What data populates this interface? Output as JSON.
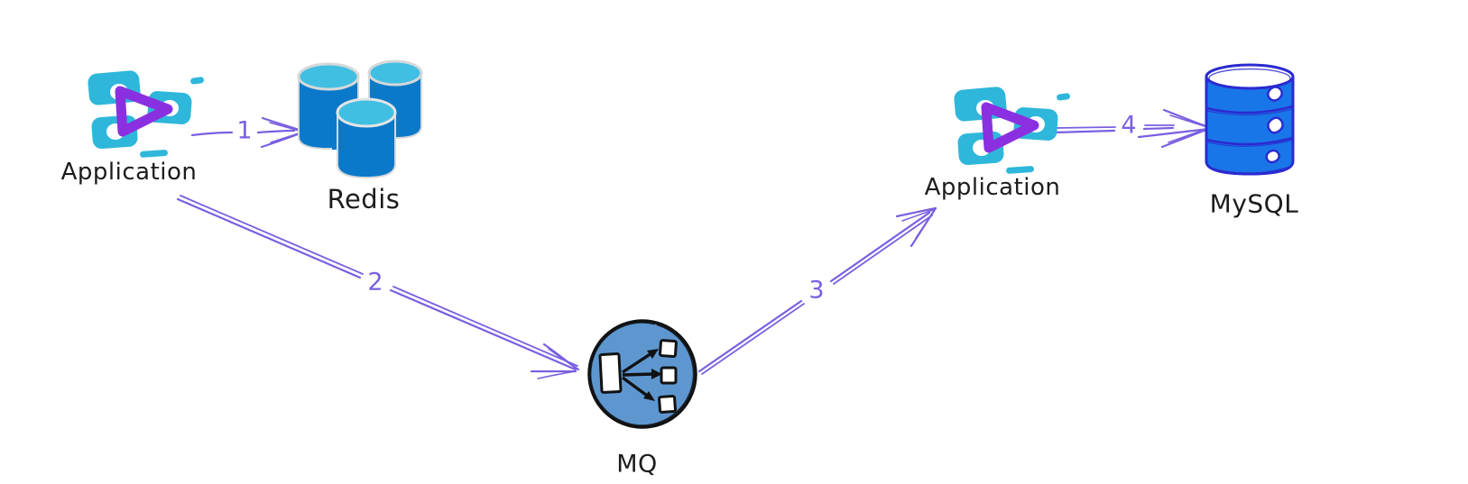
{
  "canvas": {
    "background": "#ffffff"
  },
  "nodes": [
    {
      "id": "application-left",
      "type": "application",
      "label": "Application"
    },
    {
      "id": "redis",
      "type": "redis-cache",
      "label": "Redis"
    },
    {
      "id": "mq",
      "type": "message-queue",
      "label": "MQ"
    },
    {
      "id": "application-right",
      "type": "application",
      "label": "Application"
    },
    {
      "id": "mysql",
      "type": "mysql-database",
      "label": "MySQL"
    }
  ],
  "edges": [
    {
      "label": "1",
      "from": "application-left",
      "to": "redis"
    },
    {
      "label": "2",
      "from": "application-left",
      "to": "mq"
    },
    {
      "label": "3",
      "from": "mq",
      "to": "application-right"
    },
    {
      "label": "4",
      "from": "application-right",
      "to": "mysql"
    }
  ],
  "colors": {
    "arrow_purple": "#7a5fe0",
    "label_black": "#1c1c1c",
    "application_cyan": "#2eb7da",
    "application_purple": "#8a30e0",
    "redis_body_blue": "#0b79ca",
    "redis_top_cyan": "#41bfe3",
    "redis_outline_gray": "#d5d8da",
    "mq_circle_blue": "#5e97d0",
    "mq_outline_black": "#101213",
    "mysql_body_blue": "#1976e8",
    "mysql_outline_indigo": "#2b2ad0"
  }
}
